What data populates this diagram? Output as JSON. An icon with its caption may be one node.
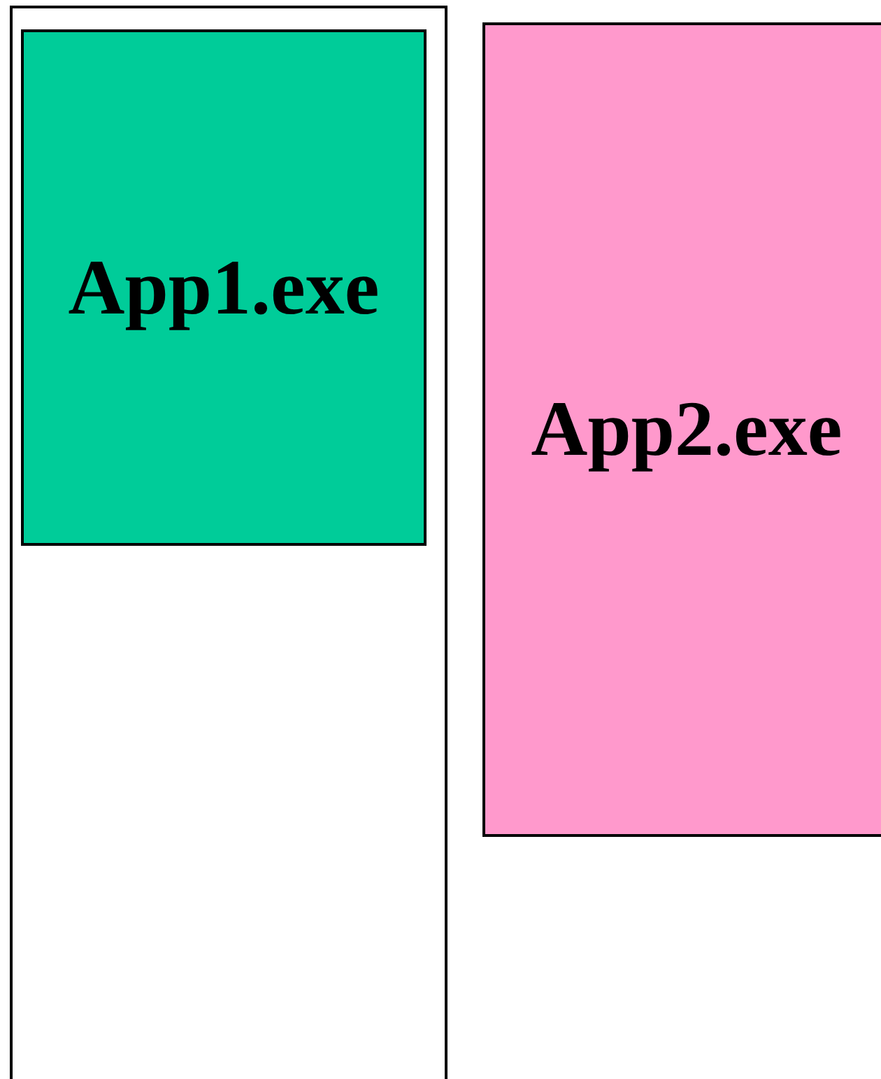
{
  "diagram": {
    "nodes": [
      {
        "text": [],
        "shape": "box"
      },
      {
        "text": [
          "App1.exe"
        ],
        "in": 0
      },
      {
        "text": [
          "App2.exe"
        ]
      }
    ]
  }
}
